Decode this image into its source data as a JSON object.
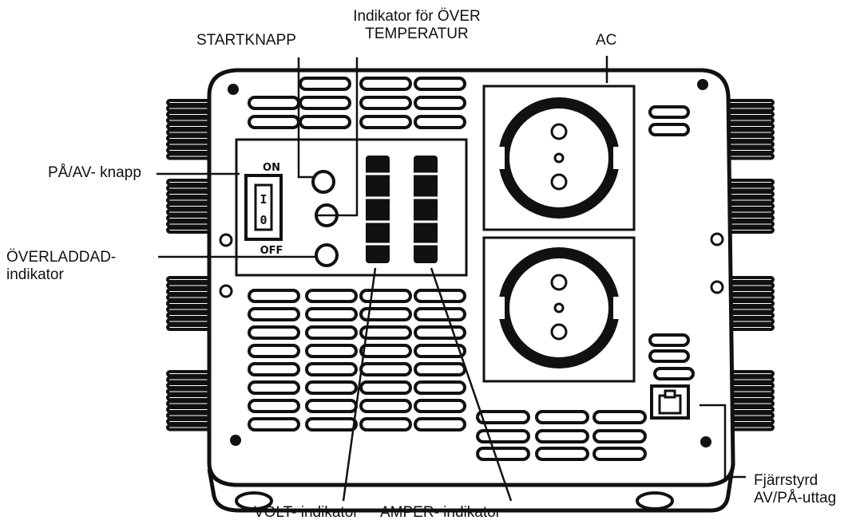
{
  "labels": {
    "overtemp_line1": "Indikator för ÖVER",
    "overtemp_line2": "TEMPERATUR",
    "start": "STARTKNAPP",
    "ac": "AC",
    "onoff": "PÅ/AV- knapp",
    "overload_line1": "ÖVERLADDAD-",
    "overload_line2": "indikator",
    "volt": "VOLT- indikator",
    "amper": "AMPER- indikator",
    "remote_line1": "Fjärrstyrd",
    "remote_line2": "AV/PÅ-uttag"
  },
  "switch": {
    "on": "ON",
    "off": "OFF",
    "mark_on": "I",
    "mark_off": "0"
  },
  "colors": {
    "ink": "#111111",
    "paper": "#ffffff"
  }
}
